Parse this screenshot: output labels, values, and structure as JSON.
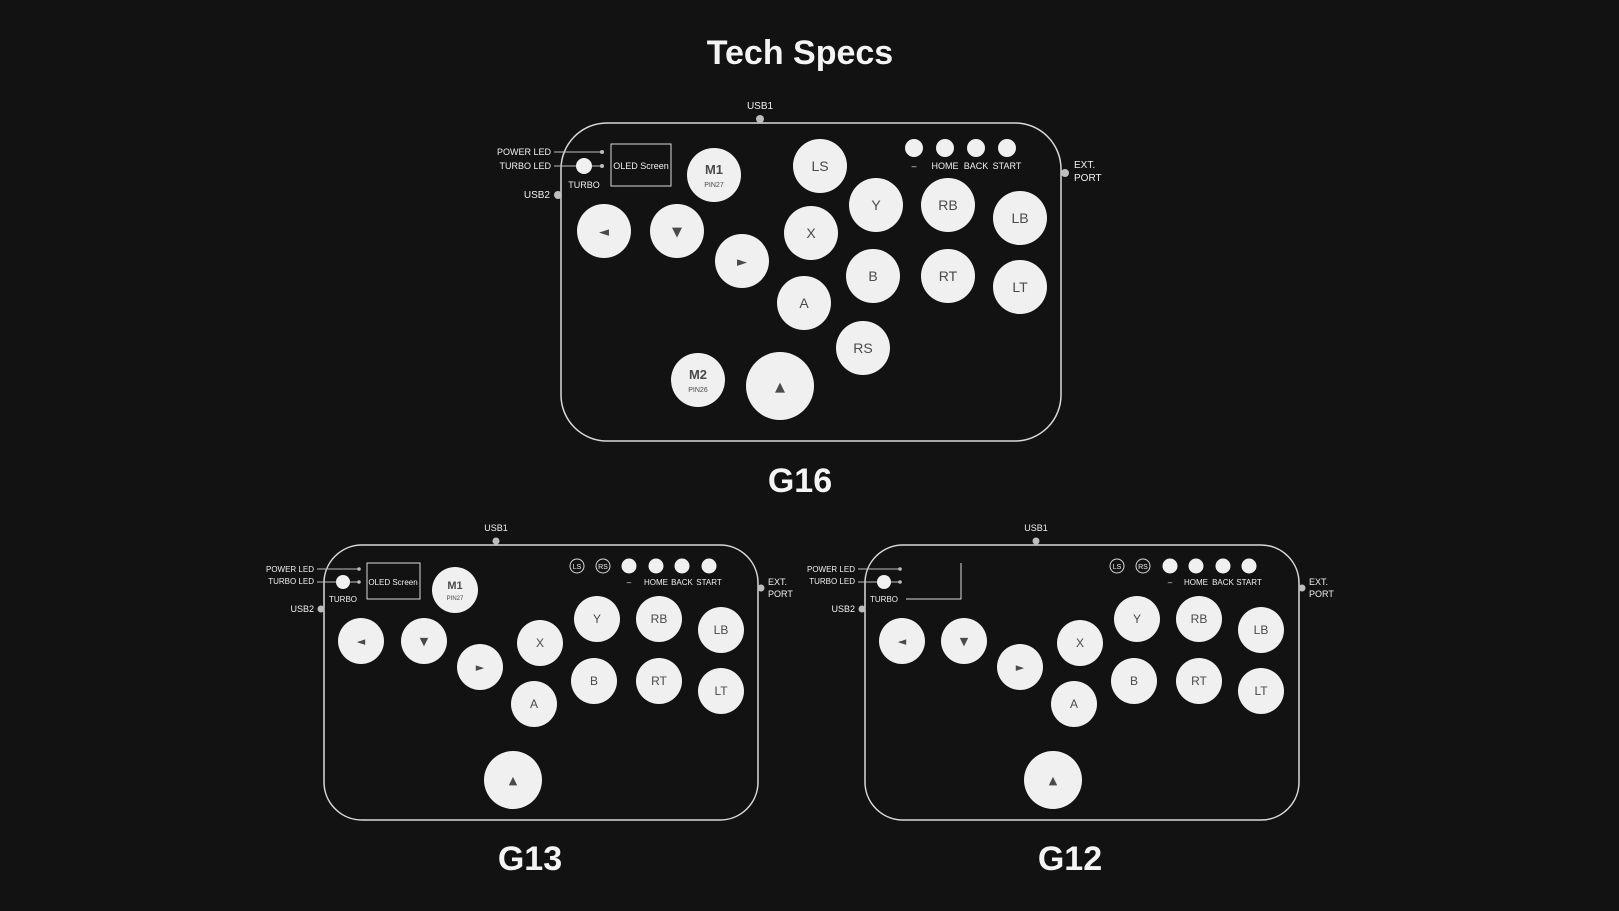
{
  "page": {
    "title": "Tech Specs",
    "colors": {
      "background": "#121212",
      "outline": "#d9d9d9",
      "button": "#f0f0f0",
      "button_text": "#4a4a4a",
      "label": "#f4f4f4"
    }
  },
  "common_labels": {
    "usb1": "USB1",
    "usb2": "USB2",
    "power_led": "POWER LED",
    "turbo_led": "TURBO LED",
    "turbo": "TURBO",
    "ext_port_line1": "EXT.",
    "ext_port_line2": "PORT",
    "oled": "OLED Screen",
    "minus": "–",
    "home": "HOME",
    "back": "BACK",
    "start": "START"
  },
  "boards": [
    {
      "id": "g16",
      "name": "G16",
      "has_oled_label": true,
      "buttons": {
        "m1": "M1",
        "m1_pin": "PIN27",
        "m2": "M2",
        "m2_pin": "PIN26",
        "ls": "LS",
        "rs": "RS",
        "left": "◄",
        "down": "▼",
        "right": "►",
        "up": "▲",
        "x": "X",
        "y": "Y",
        "a": "A",
        "b": "B",
        "rb": "RB",
        "rt": "RT",
        "lb": "LB",
        "lt": "LT"
      }
    },
    {
      "id": "g13",
      "name": "G13",
      "has_oled_label": true,
      "buttons": {
        "m1": "M1",
        "m1_pin": "PIN27",
        "ls": "LS",
        "rs": "RS",
        "left": "◄",
        "down": "▼",
        "right": "►",
        "up": "▲",
        "x": "X",
        "y": "Y",
        "a": "A",
        "b": "B",
        "rb": "RB",
        "rt": "RT",
        "lb": "LB",
        "lt": "LT"
      }
    },
    {
      "id": "g12",
      "name": "G12",
      "has_oled_label": false,
      "buttons": {
        "ls": "LS",
        "rs": "RS",
        "left": "◄",
        "down": "▼",
        "right": "►",
        "up": "▲",
        "x": "X",
        "y": "Y",
        "a": "A",
        "b": "B",
        "rb": "RB",
        "rt": "RT",
        "lb": "LB",
        "lt": "LT"
      }
    }
  ]
}
